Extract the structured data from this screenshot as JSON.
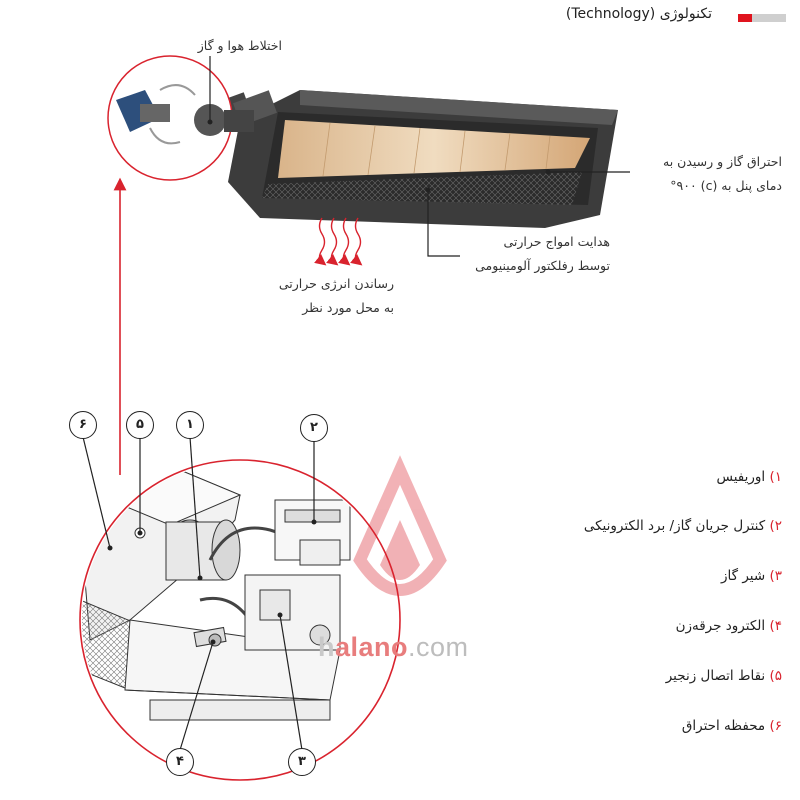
{
  "header": {
    "title": "تکنولوژی (Technology)",
    "accent_color": "#e0141e",
    "bar_gray_color": "#cfcfcf"
  },
  "callouts": {
    "air_gas_mix": "اختلاط هوا و گاز",
    "combustion": [
      "احتراق گاز و رسیدن به",
      "دمای پنل به (c) °۹۰۰"
    ],
    "reflector": [
      "هدایت امواج حرارتی",
      "توسط رفلکتور آلومینیومی"
    ],
    "heat_transfer": [
      "رساندن انرژی حرارتی",
      "به محل مورد نظر"
    ]
  },
  "numbers": [
    "۱",
    "۲",
    "۳",
    "۴",
    "۵",
    "۶"
  ],
  "legend": [
    {
      "num": "۱)",
      "label": "اوریفیس"
    },
    {
      "num": "۲)",
      "label": "کنترل جریان گاز/ برد الکترونیکی"
    },
    {
      "num": "۳)",
      "label": "شیر گاز"
    },
    {
      "num": "۴)",
      "label": "الکترود جرقه‌زن"
    },
    {
      "num": "۵)",
      "label": "نقاط اتصال زنجیر"
    },
    {
      "num": "۶)",
      "label": "محفظه احتراق"
    }
  ],
  "watermark": {
    "part1": "h",
    "part2": "alano",
    "part3": ".com"
  },
  "colors": {
    "red": "#d9232e",
    "line": "#222222",
    "panel": "#e8c8a0",
    "heater_body": "#3a3a3a"
  }
}
